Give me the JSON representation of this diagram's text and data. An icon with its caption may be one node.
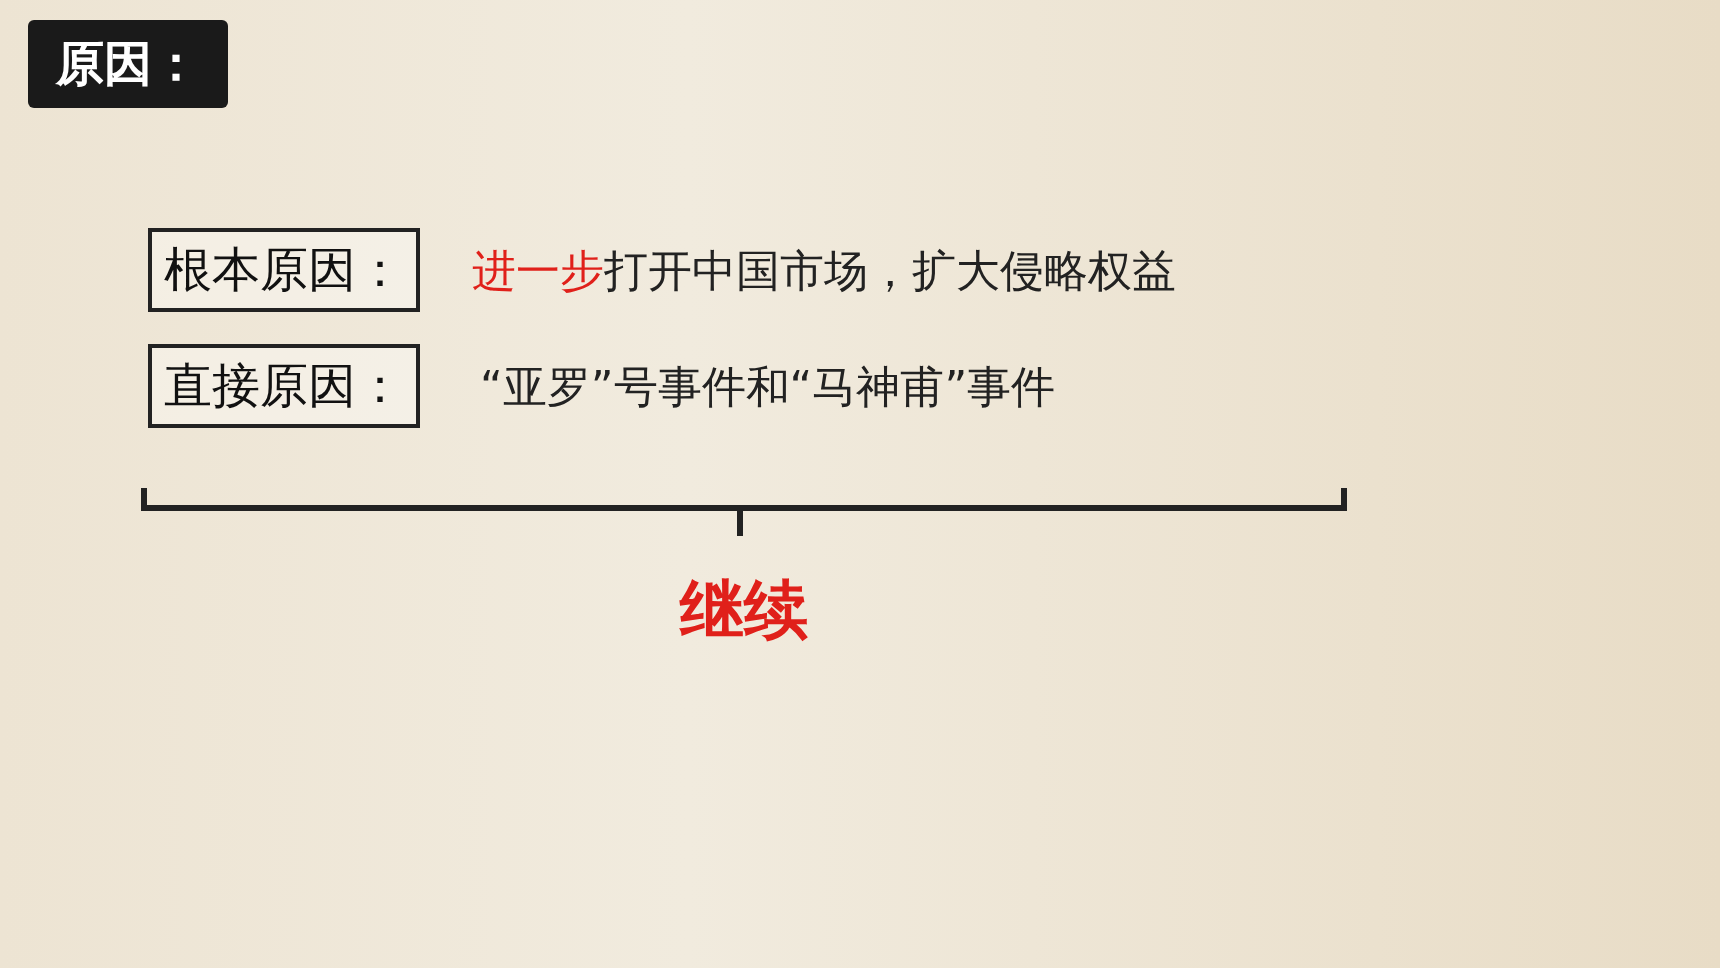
{
  "diagram": {
    "title": "原因：",
    "nodes": [
      {
        "text": [
          "根本原因："
        ],
        "beside": [
          "进一步打开中国市场，扩大侵略权益"
        ]
      },
      {
        "text": [
          "直接原因："
        ],
        "beside": [
          "“亚罗”号事件和“马神甫”事件"
        ]
      }
    ],
    "labels": [
      "继续"
    ]
  }
}
